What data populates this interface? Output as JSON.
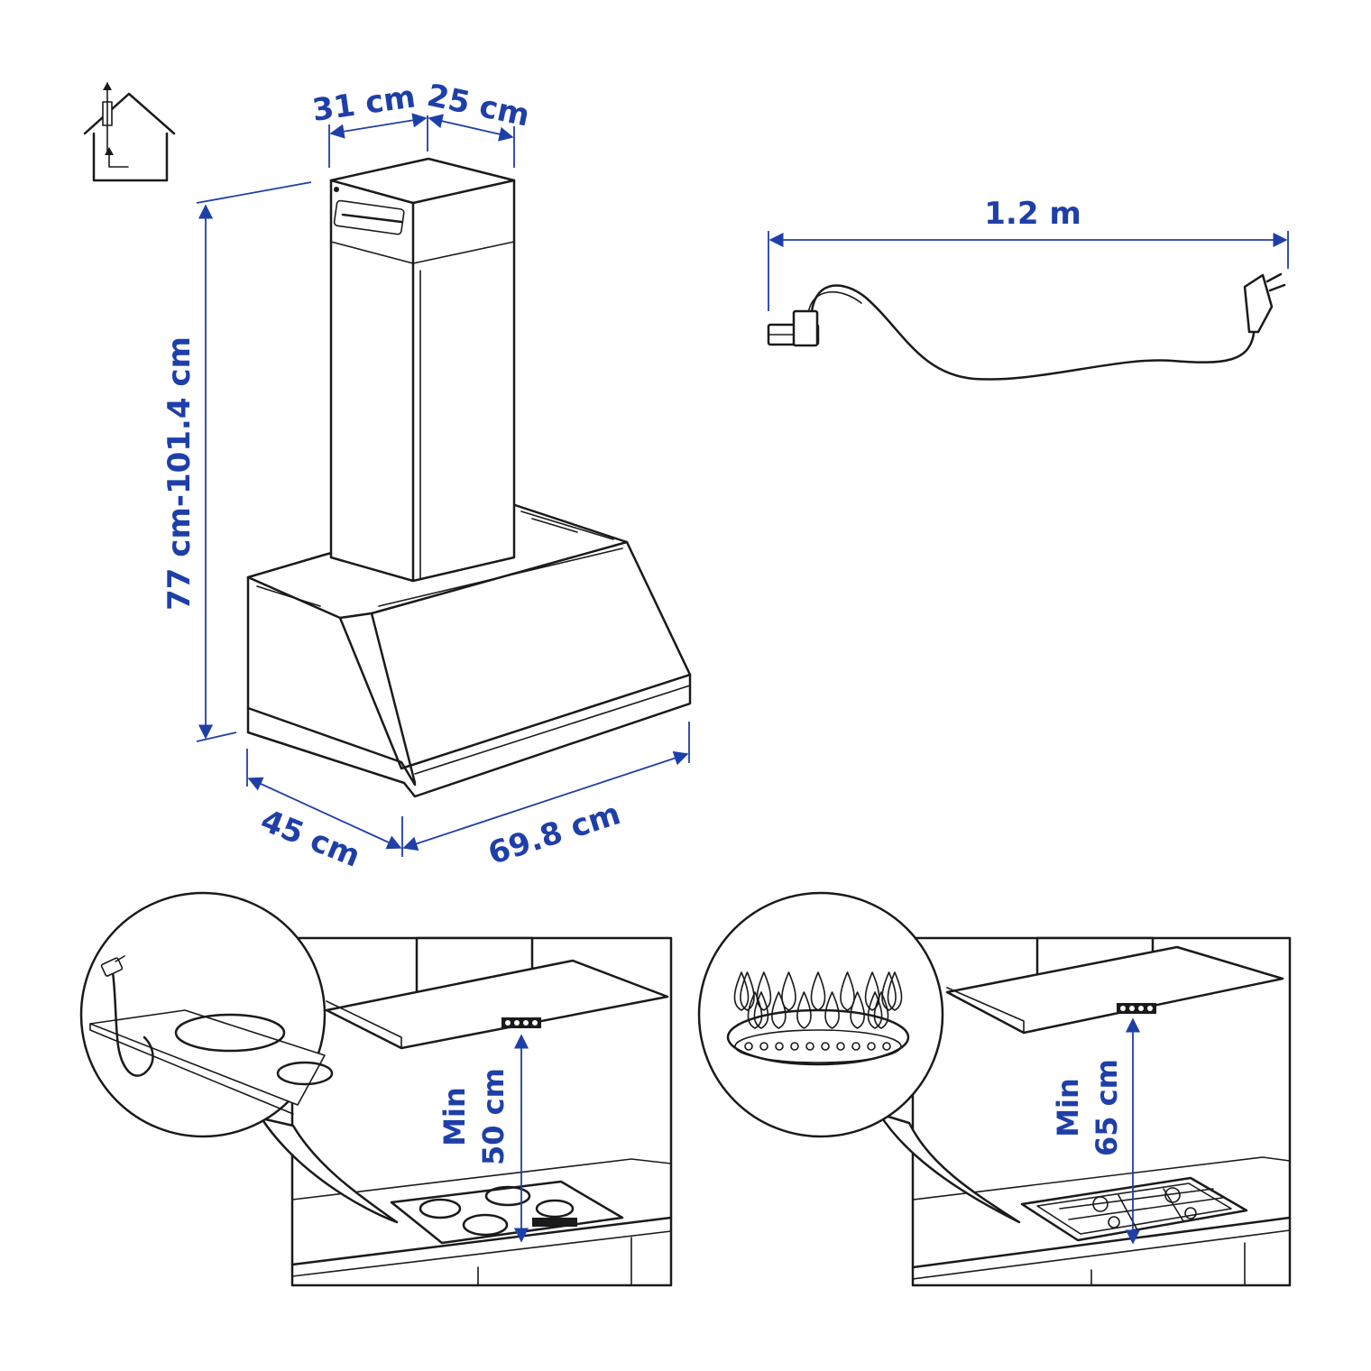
{
  "icon": "ducted-house-icon",
  "accent_color": "#1f3fa8",
  "dimensions": {
    "width_top": "31 cm",
    "depth_top": "25 cm",
    "height": "77 cm-101.4 cm",
    "depth": "45 cm",
    "width": "69.8 cm",
    "cord_length": "1.2 m"
  },
  "installation": {
    "electric": {
      "label_line1": "Min",
      "label_line2": "50 cm",
      "hob": "electric-hob"
    },
    "gas": {
      "label_line1": "Min",
      "label_line2": "65 cm",
      "hob": "gas-hob"
    }
  }
}
